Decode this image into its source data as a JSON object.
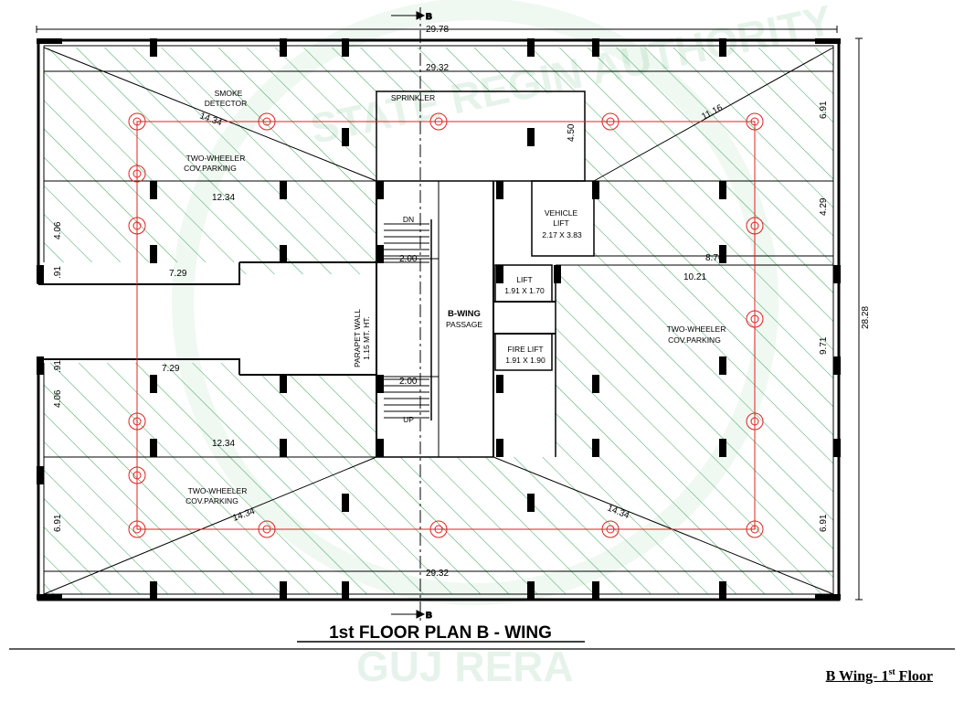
{
  "plan": {
    "title": "1st FLOOR PLAN  B - WING",
    "caption_main": "B Wing- 1",
    "caption_sup": "st",
    "caption_end": " Floor",
    "section_marker": "B",
    "watermark_top": "STATE REGIN AUTHORITY",
    "watermark_bottom": "GUJ RERA"
  },
  "labels": {
    "smoke_detector_1": "SMOKE",
    "smoke_detector_2": "DETECTOR",
    "sprinkler": "SPRINKLER",
    "parking_nw_1": "TWO-WHEELER",
    "parking_nw_2": "COV.PARKING",
    "parking_sw_1": "TWO-WHEELER",
    "parking_sw_2": "COV.PARKING",
    "parking_e_1": "TWO-WHEELER",
    "parking_e_2": "COV.PARKING",
    "vehicle_lift_1": "VEHICLE",
    "vehicle_lift_2": "LIFT",
    "vehicle_lift_3": "2.17 X 3.83",
    "lift_1": "LIFT",
    "lift_2": "1.91 X 1.70",
    "fire_lift_1": "FIRE LIFT",
    "fire_lift_2": "1.91 X 1.90",
    "passage_1": "B-WING",
    "passage_2": "PASSAGE",
    "stair_dn": "DN",
    "stair_up": "UP",
    "parapet_1": "PARAPET WALL",
    "parapet_2": "1.15 MT. HT."
  },
  "dims": {
    "overall_width": "29.78",
    "inner_width_top": "29.32",
    "inner_width_bottom": "29.32",
    "overall_height": "28.28",
    "diag_nw": "14.34",
    "diag_ne": "11.16",
    "diag_sw": "14.34",
    "diag_se": "14.34",
    "nw_width": "12.34",
    "sw_width": "12.34",
    "nw_notch": "7.29",
    "sw_notch": "7.29",
    "nw_height": "4.06",
    "sw_height": "4.06",
    "nw_small": ".91",
    "sw_small": ".91",
    "sw_bottom": "6.91",
    "ne_top": "6.91",
    "ne_mid": "4.29",
    "e_mid": "9.71",
    "se_bottom": "6.91",
    "sprinkler_depth": "4.50",
    "e_width_1": "8.76",
    "e_width_2": "10.21",
    "stair_width_top": "2.00",
    "stair_width_bottom": "2.00"
  },
  "colors": {
    "hatch": "#3aa55a",
    "fire_line": "#e32020",
    "wall": "#000000",
    "watermark": "#3aa55a"
  }
}
